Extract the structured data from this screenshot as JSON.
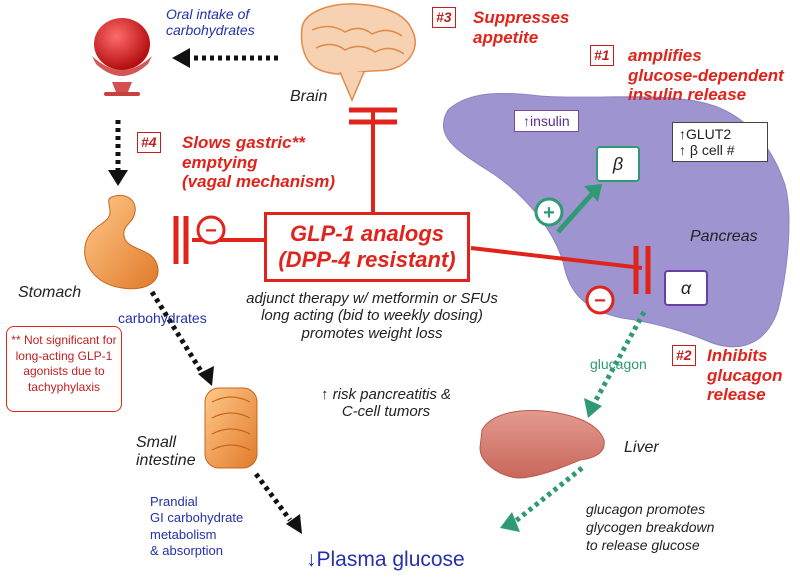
{
  "title": "GLP-1 analogs",
  "subtitle": "(DPP-4 resistant)",
  "oral_intake": [
    "Oral intake of",
    "carbohydrates"
  ],
  "brain_label": "Brain",
  "stomach_label": "Stomach",
  "pancreas_label": "Pancreas",
  "liver_label": "Liver",
  "intestine_label": [
    "Small",
    "intestine"
  ],
  "mechanisms": [
    {
      "num": "#1",
      "lines": [
        "amplifies",
        "glucose-dependent",
        "insulin release"
      ]
    },
    {
      "num": "#2",
      "lines": [
        "Inhibits",
        "glucagon",
        "release"
      ]
    },
    {
      "num": "#3",
      "lines": [
        "Suppresses",
        "appetite"
      ]
    },
    {
      "num": "#4",
      "lines": [
        "Slows gastric**",
        "emptying",
        "(vagal mechanism)"
      ]
    }
  ],
  "insulin_label": "↑insulin",
  "beta_symbol": "β",
  "alpha_symbol": "α",
  "glut_lines": [
    "↑GLUT2",
    "↑ β cell #"
  ],
  "therapy_lines": [
    "adjunct therapy w/ metformin or SFUs",
    "long acting (bid to weekly dosing)",
    "promotes weight loss"
  ],
  "risk_lines": [
    "↑ risk pancreatitis &",
    "C-cell tumors"
  ],
  "footnote": [
    "** Not significant for",
    "long-acting GLP-1",
    "agonists due to",
    "tachyphylaxis"
  ],
  "carbohydrates_label": "carbohydrates",
  "glucagon_label": "glucagon",
  "prandial_lines": [
    "Prandial",
    "GI carbohydrate",
    "metabolism",
    "& absorption"
  ],
  "glucagon_promotes": [
    "glucagon promotes",
    "glycogen breakdown",
    "to release glucose"
  ],
  "plasma_glucose": "↓Plasma glucose",
  "plus_sign": "+",
  "minus_sign": "−",
  "colors": {
    "red": "#e0241b",
    "pancreas": "#9d94d0",
    "green": "#2f9a73",
    "blue": "#2431a8"
  }
}
